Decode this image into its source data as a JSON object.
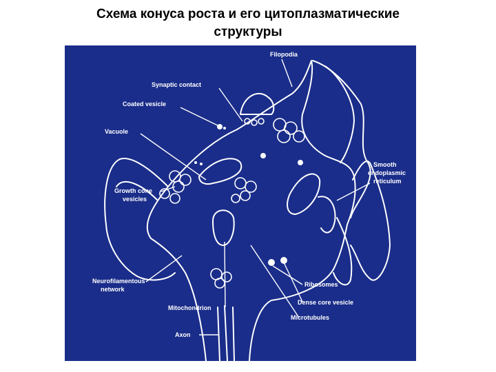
{
  "title": {
    "line1": "Схема конуса роста и его цитоплазматические",
    "line2": "структуры"
  },
  "diagram": {
    "background_color": "#1a2d8a",
    "line_color": "#ffffff",
    "labels": {
      "filopodia": "Filopodia",
      "synaptic_contact": "Synaptic contact",
      "coated_vesicle": "Coated vesicle",
      "vacuole": "Vacuole",
      "growth_cone_1": "Growth cone",
      "growth_cone_2": "vesicles",
      "smooth_er_1": "Smooth",
      "smooth_er_2": "endoplasmic",
      "smooth_er_3": "reticulum",
      "neurofilament_1": "Neurofilamentous",
      "neurofilament_2": "network",
      "mitochondrion": "Mitochondrion",
      "ribosomes": "Ribosomes",
      "dense_core_vesicle": "Dense core vesicle",
      "microtubules": "Microtubules",
      "axon": "Axon"
    }
  }
}
